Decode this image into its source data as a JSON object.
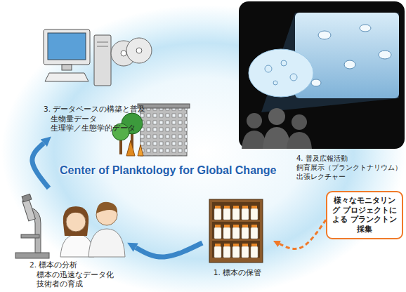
{
  "diagram": {
    "title": "Center of Planktology for Global Change",
    "nodes": [
      {
        "text": [
          "1. 標本の保管"
        ]
      },
      {
        "text": [
          "2. 標本の分析",
          "標本の迅速なデータ化",
          "技術者の育成"
        ]
      },
      {
        "text": [
          "3. データベースの構築と普及",
          "生物量データ",
          "生理学／生態学的データ"
        ]
      },
      {
        "text": [
          "4. 普及広報活動",
          "飼育展示（プランクトナリウム）",
          "出張レクチャー"
        ]
      },
      {
        "text": [
          "様々なモニタリング プロジェクトによる プランクトン採集"
        ]
      }
    ],
    "edges": [
      {
        "from": 4,
        "to": 0,
        "arrow": "to"
      },
      {
        "from": 0,
        "to": 1,
        "arrow": "to"
      },
      {
        "from": 1,
        "to": 2,
        "arrow": "to"
      }
    ]
  }
}
